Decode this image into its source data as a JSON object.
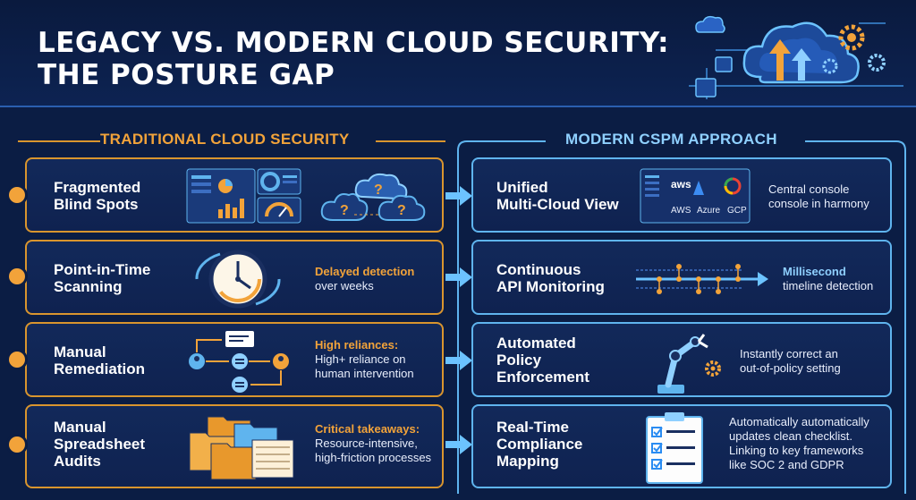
{
  "header": {
    "title_line1": "LEGACY VS. MODERN CLOUD SECURITY:",
    "title_line2": "THE POSTURE GAP"
  },
  "left": {
    "heading": "TRADITIONAL CLOUD SECURITY",
    "cards": [
      {
        "title1": "Fragmented",
        "title2": "Blind Spots",
        "note_head": "",
        "note1": "",
        "note2": ""
      },
      {
        "title1": "Point-in-Time",
        "title2": "Scanning",
        "note_head": "Delayed detection",
        "note1": "over weeks",
        "note2": ""
      },
      {
        "title1": "Manual",
        "title2": "Remediation",
        "note_head": "High reliances:",
        "note1": "High+ reliance on",
        "note2": "human intervention"
      },
      {
        "title1": "Manual",
        "title2": "Spreadsheet",
        "title3": "Audits",
        "note_head": "Critical takeaways:",
        "note1": "Resource-intensive,",
        "note2": "high-friction processes"
      }
    ]
  },
  "right": {
    "heading": "MODERN CSPM APPROACH",
    "cards": [
      {
        "title1": "Unified",
        "title2": "Multi-Cloud View",
        "note_head": "",
        "note1": "Central console",
        "note2": "console in harmony"
      },
      {
        "title1": "Continuous",
        "title2": "API Monitoring",
        "note_head": "Millisecond",
        "note1": "timeline detection",
        "note2": ""
      },
      {
        "title1": "Automated",
        "title2": "Policy",
        "title3": "Enforcement",
        "note_head": "",
        "note1": "Instantly correct an",
        "note2": "out-of-policy setting"
      },
      {
        "title1": "Real-Time",
        "title2": "Compliance",
        "title3": "Mapping",
        "note_head": "",
        "note1": "Automatically automatically",
        "note2": "updates clean checklist.",
        "note3": "Linking to key frameworks",
        "note4": "like SOC 2 and GDPR"
      }
    ]
  },
  "cloud_logos": {
    "aws": "aws",
    "aws_label": "AWS",
    "azure_label": "Azure",
    "gcp_label": "GCP"
  },
  "icons": [
    "dashboard-icon",
    "question-cloud-icon",
    "clock-icon",
    "workflow-icon",
    "folders-icon",
    "cloud-providers-icon",
    "timeline-icon",
    "robot-arm-icon",
    "checklist-icon",
    "cloud-gear-icon"
  ],
  "colors": {
    "background": "#0b1d44",
    "legacy_accent": "#f2a33a",
    "modern_accent": "#5fb4ee",
    "highlight_blue": "#8fd0ff"
  }
}
